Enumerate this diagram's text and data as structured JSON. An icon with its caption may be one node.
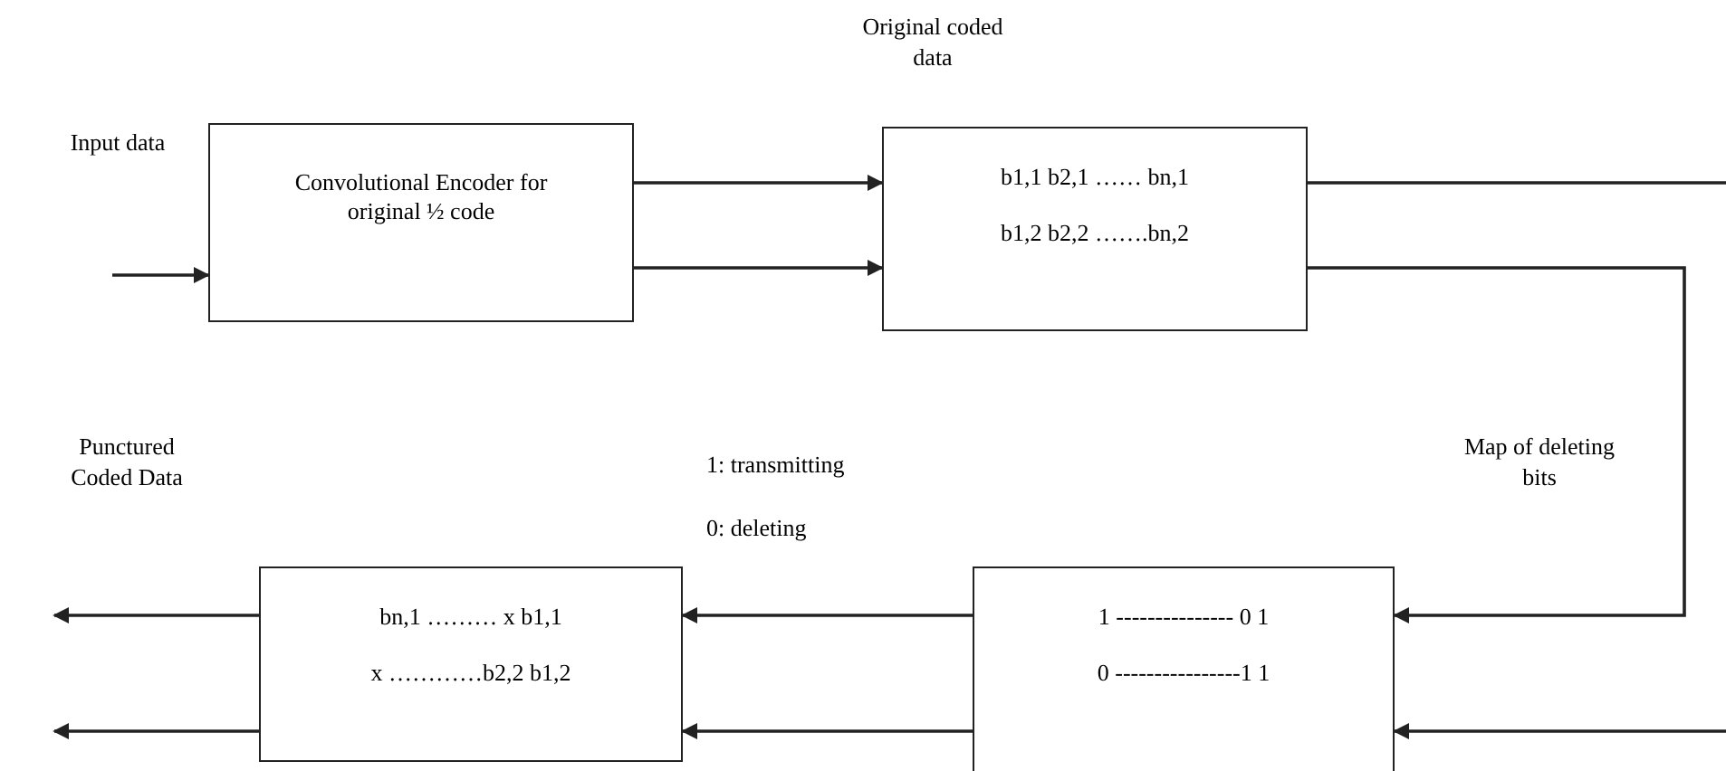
{
  "diagram": {
    "nodes": [
      {
        "text": [
          "Convolutional Encoder for original ½ code"
        ]
      },
      {
        "text": [
          "b1,1 b2,1 …… bn,1",
          "b1,2 b2,2 …….bn,2"
        ]
      },
      {
        "text": [
          "1 --------------- 0 1",
          "0 ----------------1 1"
        ]
      },
      {
        "text": [
          "bn,1 ……… x b1,1",
          "x …………b2,2 b1,2"
        ]
      }
    ],
    "edges": [
      {
        "from": null,
        "to": 0,
        "arrow": "to"
      },
      {
        "from": 0,
        "to": 1,
        "arrow": "to"
      },
      {
        "from": 0,
        "to": 1,
        "arrow": "to"
      },
      {
        "from": 1,
        "to": null,
        "arrow": "none"
      },
      {
        "from": 1,
        "to": 2,
        "arrow": "to"
      },
      {
        "from": null,
        "to": 2,
        "arrow": "to"
      },
      {
        "from": 2,
        "to": 3,
        "arrow": "to"
      },
      {
        "from": 2,
        "to": 3,
        "arrow": "to"
      },
      {
        "from": 3,
        "to": null,
        "arrow": "to"
      },
      {
        "from": 3,
        "to": null,
        "arrow": "to"
      }
    ],
    "labels": [
      "Original coded data",
      "Input data",
      "Punctured Coded Data",
      "1: transmitting",
      "0: deleting",
      "Map of deleting bits"
    ]
  }
}
